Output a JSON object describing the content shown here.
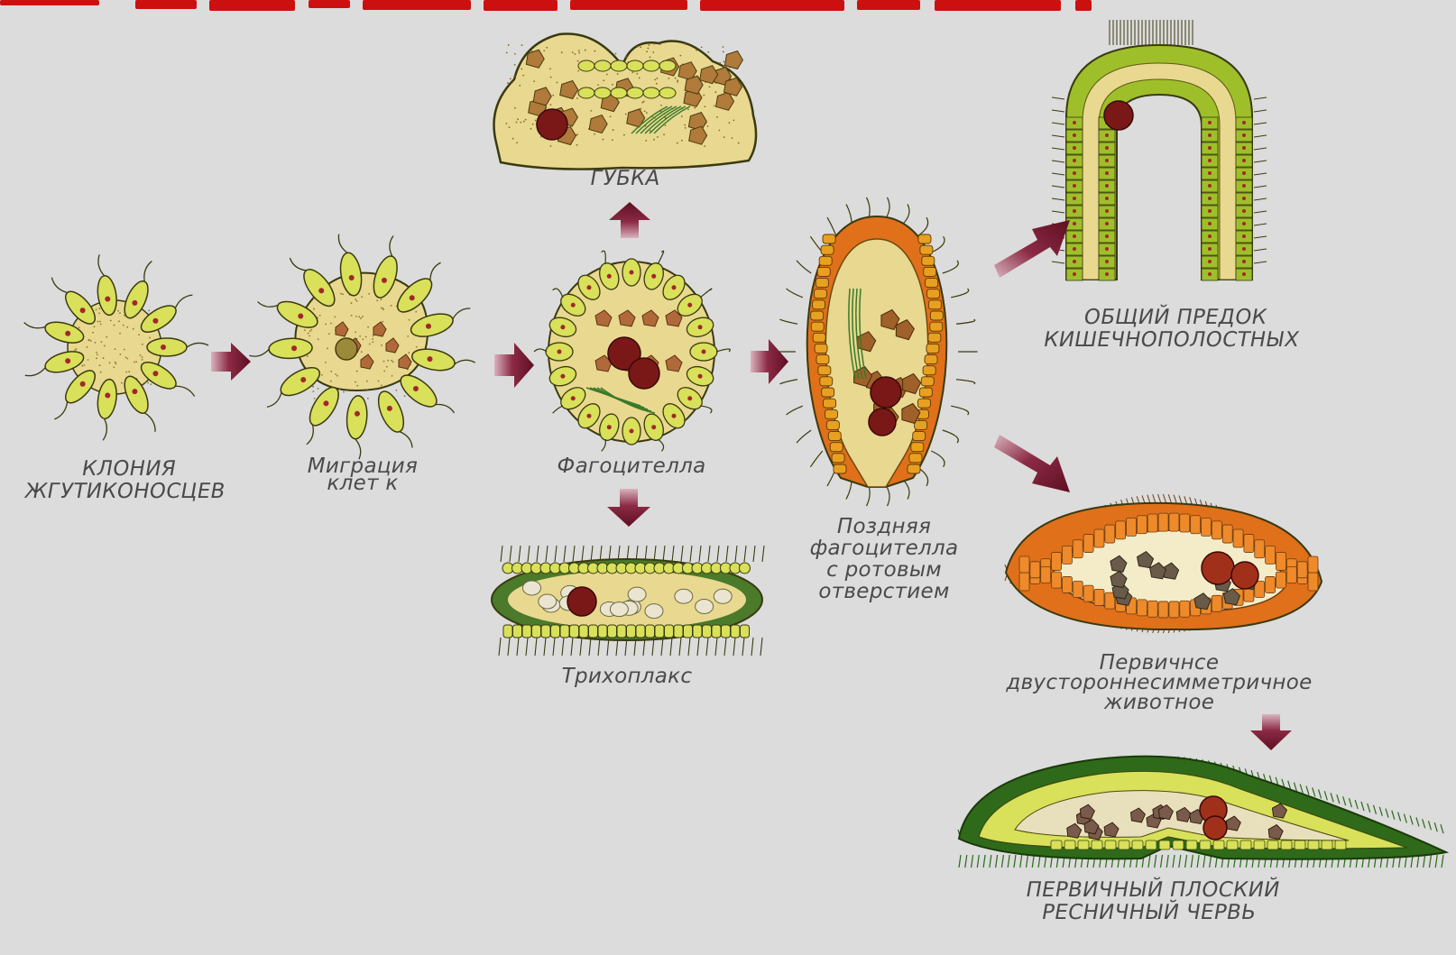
{
  "colors": {
    "background": "#dcdcdc",
    "title_red": "#cc1010",
    "arrow_maroon": "#7a1830",
    "caption_gray": "#4a4a4a",
    "cell_yellow": "#d9e05a",
    "cell_green": "#9fbf2a",
    "cell_outline": "#3a3a10",
    "tissue_tan": "#e9d890",
    "nucleus_red": "#a0282a",
    "cell_orange": "#e0701a"
  },
  "captions": {
    "colony": [
      "КЛОНИЯ",
      "ЖГУТИКОНОСЦЕВ"
    ],
    "migration": [
      "Миграция",
      "клет к"
    ],
    "phagocytella": "Фагоцителла",
    "sponge": "ГУБКА",
    "trichoplax": "Трихоплакс",
    "late_phagocytella": [
      "Поздняя",
      "фагоцителла",
      "с ротовым",
      "отверстием"
    ],
    "cnidarian_ancestor": [
      "ОБЩИЙ ПРЕДОК",
      "КИШЕЧНОПОЛОСТНЫХ"
    ],
    "bilateral": [
      "Первичнсе",
      "двустороннесимметричное",
      "животное"
    ],
    "flatworm": [
      "ПЕРВИЧНЫЙ ПЛОСКИЙ",
      "РЕСНИЧНЫЙ ЧЕРВЬ"
    ]
  },
  "arrows": [
    {
      "name": "arrow-colony-to-migration",
      "direction": "right"
    },
    {
      "name": "arrow-migration-to-phagocytella",
      "direction": "right"
    },
    {
      "name": "arrow-phagocytella-to-late",
      "direction": "right"
    },
    {
      "name": "arrow-phagocytella-to-sponge",
      "direction": "up"
    },
    {
      "name": "arrow-phagocytella-to-trichoplax",
      "direction": "down"
    },
    {
      "name": "arrow-late-to-cnidarian",
      "direction": "up-right"
    },
    {
      "name": "arrow-late-to-bilateral",
      "direction": "down-right"
    },
    {
      "name": "arrow-bilateral-to-flatworm",
      "direction": "down"
    }
  ]
}
